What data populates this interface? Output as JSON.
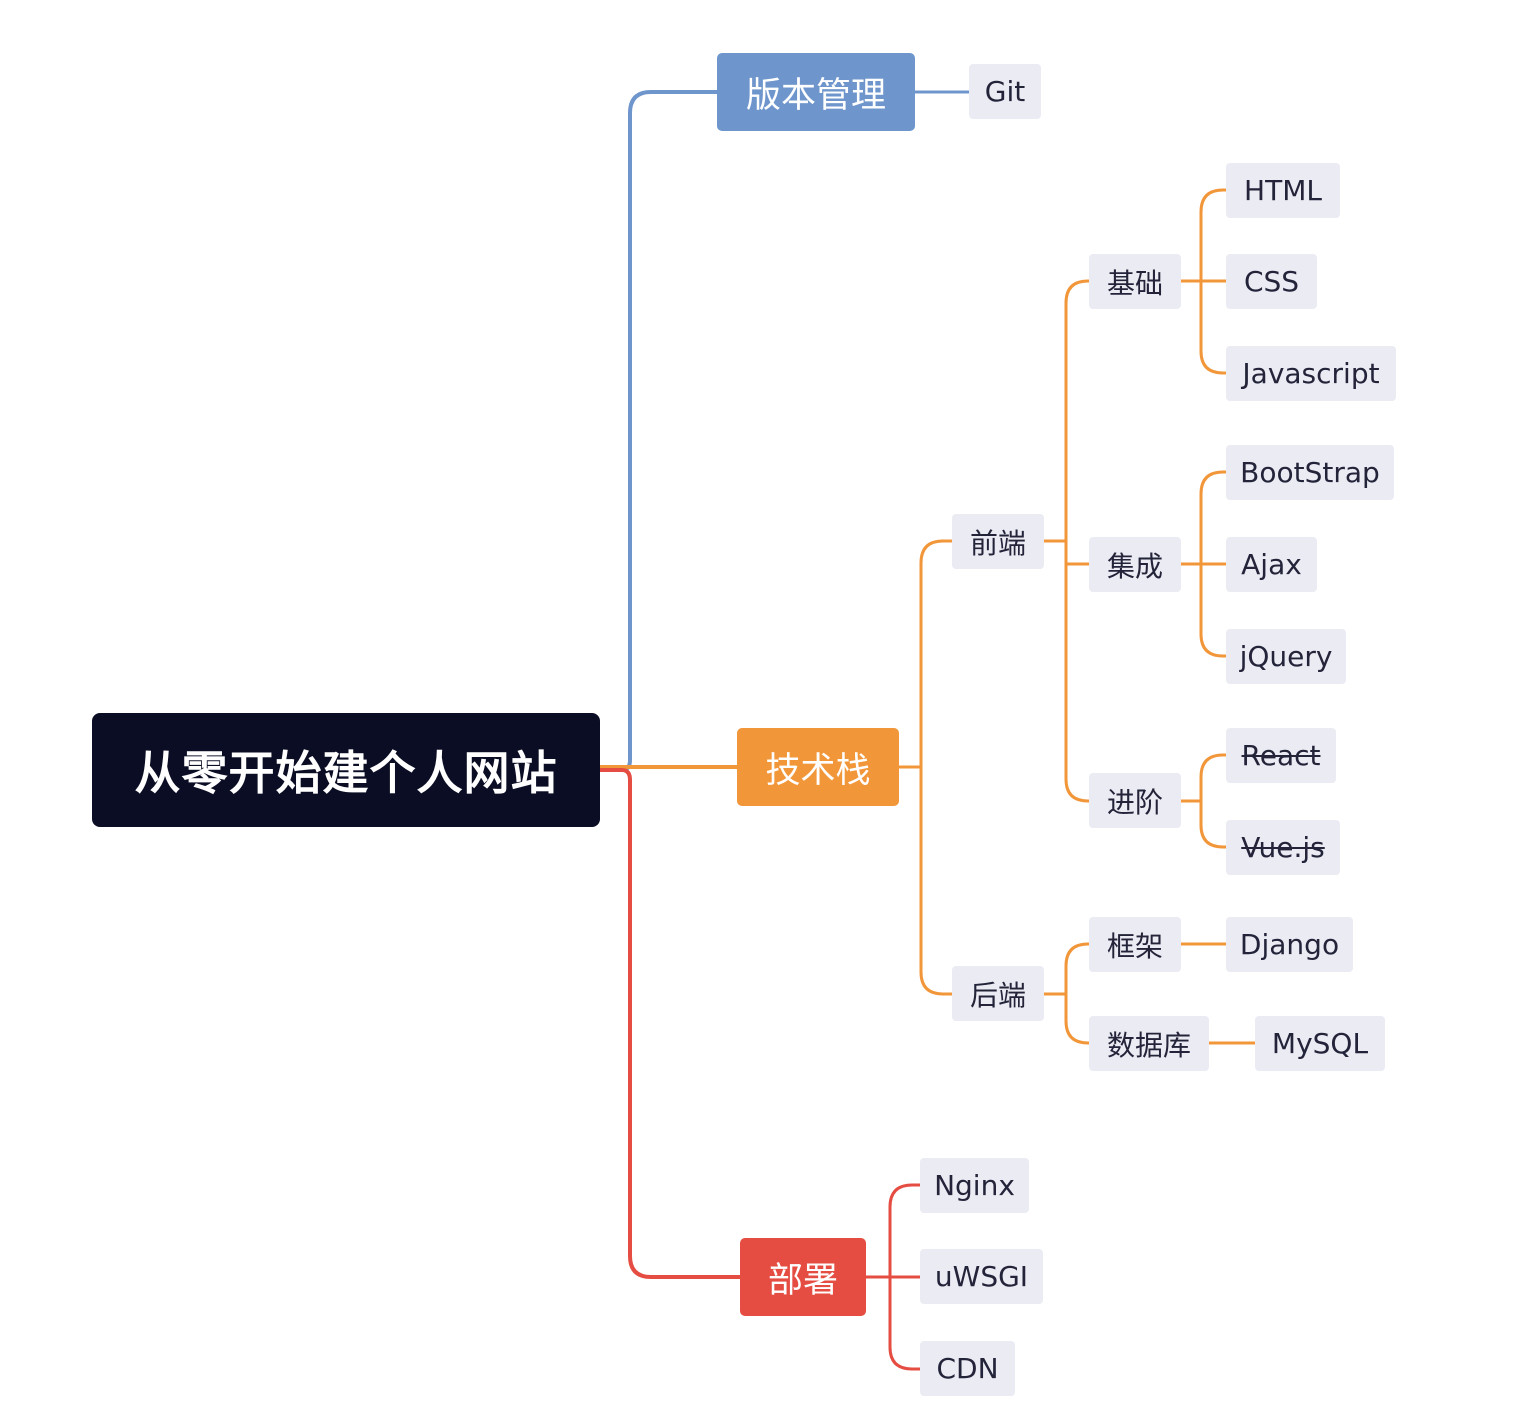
{
  "colors": {
    "root": "#0b0d24",
    "version_control": "#6f96cc",
    "tech_stack": "#f2963a",
    "deploy": "#e54d42",
    "leaf_bg": "#ebebf3",
    "leaf_text": "#23243a"
  },
  "root": {
    "label": "从零开始建个人网站"
  },
  "version_control": {
    "label": "版本管理",
    "children": [
      "Git"
    ]
  },
  "tech_stack": {
    "label": "技术栈",
    "frontend": {
      "label": "前端",
      "basic": {
        "label": "基础",
        "children": [
          "HTML",
          "CSS",
          "Javascript"
        ]
      },
      "integration": {
        "label": "集成",
        "children": [
          "BootStrap",
          "Ajax",
          "jQuery"
        ]
      },
      "advanced": {
        "label": "进阶",
        "children": [
          "React",
          "Vue.js"
        ]
      }
    },
    "backend": {
      "label": "后端",
      "framework": {
        "label": "框架",
        "children": [
          "Django"
        ]
      },
      "database": {
        "label": "数据库",
        "children": [
          "MySQL"
        ]
      }
    }
  },
  "deploy": {
    "label": "部署",
    "children": [
      "Nginx",
      "uWSGI",
      "CDN"
    ]
  }
}
